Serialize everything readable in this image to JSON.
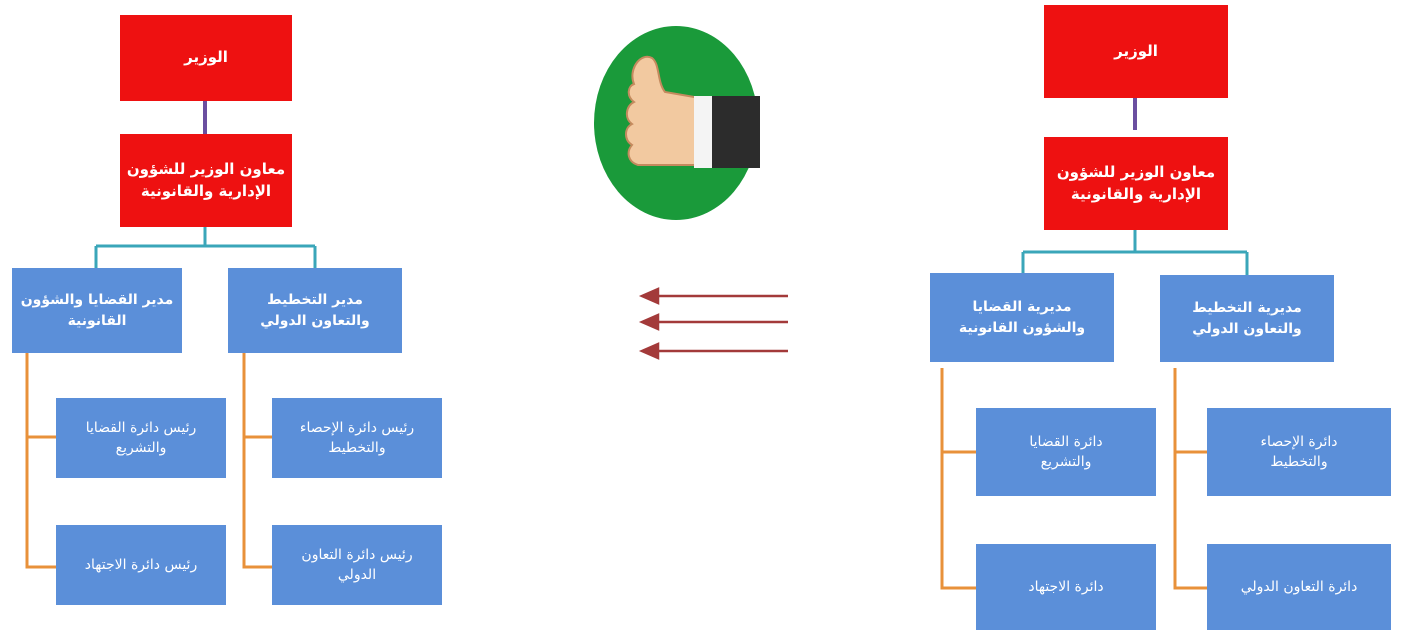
{
  "colors": {
    "minister_box": "#ee1111",
    "unit_box": "#5b8fd9",
    "connector_top": "#6b4fa0",
    "connector_branch": "#3aa6b9",
    "connector_sub": "#e8913a",
    "arrow": "#a33a3a",
    "badge_circle": "#1a9a3a"
  },
  "icons": {
    "badge": "thumbs-up-icon",
    "arrows": "left-arrows-icon"
  },
  "left_chart": {
    "minister": "الوزير",
    "assistant": "معاون الوزير للشؤون\nالإدارية والقانونية",
    "branches": [
      {
        "title": "مدير التخطيط\nوالتعاون الدولي",
        "units": [
          "رئيس دائرة الإحصاء\nوالتخطيط",
          "رئيس دائرة التعاون\nالدولي"
        ]
      },
      {
        "title": "مدير القضايا والشؤون\nالقانونية",
        "units": [
          "رئيس دائرة القضايا\nوالتشريع",
          "رئيس دائرة الاجتهاد"
        ]
      }
    ]
  },
  "right_chart": {
    "minister": "الوزير",
    "assistant": "معاون الوزير للشؤون\nالإدارية والقانونية",
    "branches": [
      {
        "title": "مديرية التخطيط\nوالتعاون الدولي",
        "units": [
          "دائرة الإحصاء\nوالتخطيط",
          "دائرة التعاون الدولي"
        ]
      },
      {
        "title": "مديرية القضايا\nوالشؤون القانونية",
        "units": [
          "دائرة القضايا\nوالتشريع",
          "دائرة الاجتهاد"
        ]
      }
    ]
  }
}
